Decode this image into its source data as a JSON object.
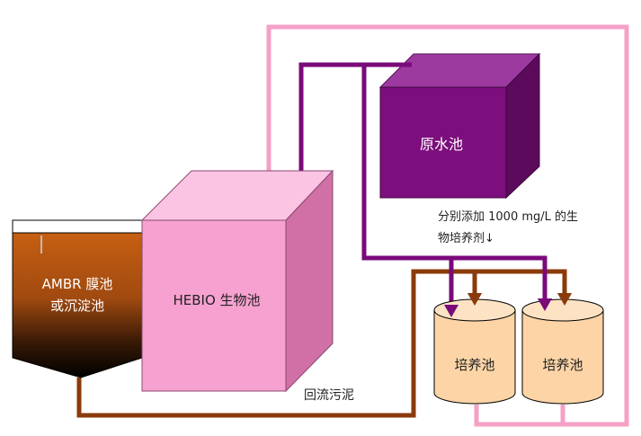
{
  "labels": {
    "ambr_line1": "AMBR 膜池",
    "ambr_line2": "或沉淀池",
    "hebio": "HEBIO 生物池",
    "raw_water": "原水池",
    "culture_left": "培养池",
    "culture_right": "培养池",
    "return_sludge": "回流污泥",
    "note_line1": "分别添加  1000  mg/L  的生",
    "note_line2": "物培养剂↓"
  },
  "colors": {
    "pink_pipe": "#f6a0c8",
    "purple_pipe": "#7a0a7a",
    "brown_pipe": "#8b3a0a",
    "raw_tank_front": "#7d0e7d",
    "raw_tank_top": "#9c3aa0",
    "raw_tank_side": "#5c0a5c",
    "hebio_front": "#f7a1d0",
    "hebio_top": "#fbc4e2",
    "hebio_side": "#d070a6",
    "culture_fill": "#fcd4a6",
    "ambr_top": "#c05a10",
    "ambr_bottom": "#000000"
  }
}
